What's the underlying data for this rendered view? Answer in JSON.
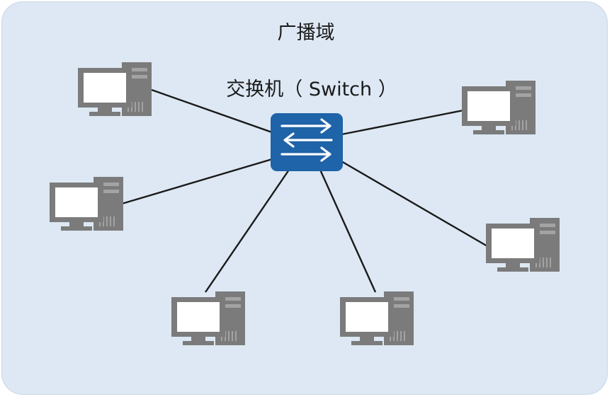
{
  "diagram": {
    "domain_label": "广播域",
    "switch_label": "交换机（ Switch ）",
    "switch_color": "#1f63a8",
    "pc_color": "#7b7b7b",
    "background_color": "#dde8f4",
    "devices": [
      {
        "name": "pc-top-left",
        "icon": "desktop-computer-icon"
      },
      {
        "name": "pc-mid-left",
        "icon": "desktop-computer-icon"
      },
      {
        "name": "pc-bottom-left",
        "icon": "desktop-computer-icon"
      },
      {
        "name": "pc-bottom-right",
        "icon": "desktop-computer-icon"
      },
      {
        "name": "pc-mid-right",
        "icon": "desktop-computer-icon"
      },
      {
        "name": "pc-top-right",
        "icon": "desktop-computer-icon"
      }
    ],
    "switch_icon": "switch-arrows-icon"
  }
}
